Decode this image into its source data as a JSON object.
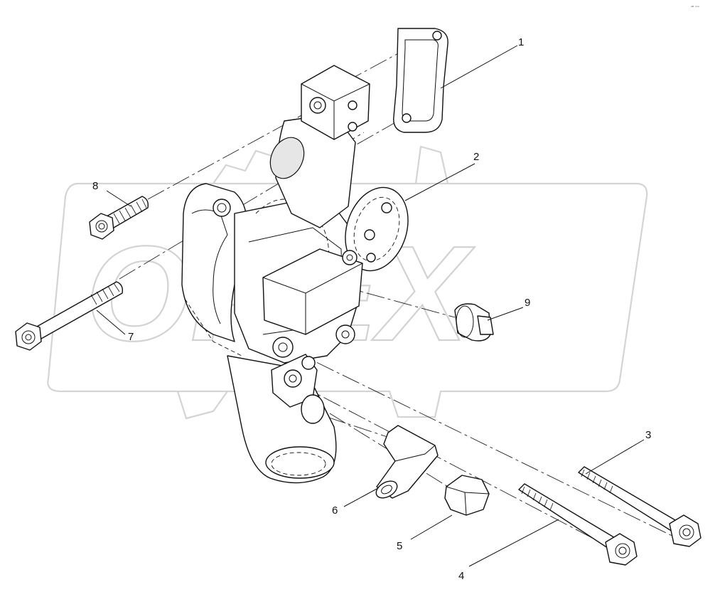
{
  "corner_mark": "ᵃᴮ ᵐᵐ",
  "watermark": {
    "text": "OREX",
    "color": "#d2d2d2"
  },
  "callouts": [
    {
      "label": "1",
      "part": "gasket"
    },
    {
      "label": "2",
      "part": "housing"
    },
    {
      "label": "3",
      "part": "bolt"
    },
    {
      "label": "4",
      "part": "bolt"
    },
    {
      "label": "5",
      "part": "plug"
    },
    {
      "label": "6",
      "part": "elbow-fitting"
    },
    {
      "label": "7",
      "part": "bolt"
    },
    {
      "label": "8",
      "part": "bolt"
    },
    {
      "label": "9",
      "part": "square-plug"
    }
  ]
}
